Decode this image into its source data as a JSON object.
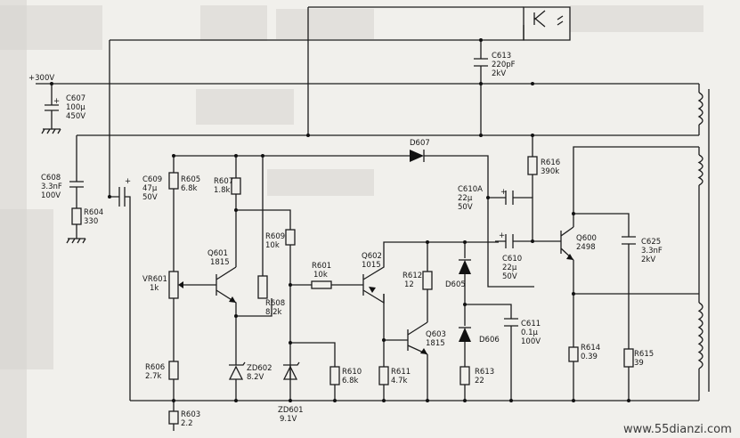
{
  "supply": {
    "label": "+300V"
  },
  "components": {
    "C607": {
      "ref": "C607",
      "v1": "100μ",
      "v2": "450V"
    },
    "C608": {
      "ref": "C608",
      "v1": "3.3nF",
      "v2": "100V"
    },
    "R604": {
      "ref": "R604",
      "v1": "330"
    },
    "C609": {
      "ref": "C609",
      "v1": "47μ",
      "v2": "50V"
    },
    "R605": {
      "ref": "R605",
      "v1": "6.8k"
    },
    "VR601": {
      "ref": "VR601",
      "v1": "1k"
    },
    "R606": {
      "ref": "R606",
      "v1": "2.7k"
    },
    "R603": {
      "ref": "R603",
      "v1": "2.2"
    },
    "R607": {
      "ref": "R607",
      "v1": "1.8k"
    },
    "Q601": {
      "ref": "Q601",
      "v1": "1815"
    },
    "R608": {
      "ref": "R608",
      "v1": "8.2k"
    },
    "ZD602": {
      "ref": "ZD602",
      "v1": "8.2V"
    },
    "R609": {
      "ref": "R609",
      "v1": "10k"
    },
    "R601": {
      "ref": "R601",
      "v1": "10k"
    },
    "ZD601": {
      "ref": "ZD601",
      "v1": "9.1V"
    },
    "R610": {
      "ref": "R610",
      "v1": "6.8k"
    },
    "Q602": {
      "ref": "Q602",
      "v1": "1015"
    },
    "R612": {
      "ref": "R612",
      "v1": "12"
    },
    "Q603": {
      "ref": "Q603",
      "v1": "1815"
    },
    "R611": {
      "ref": "R611",
      "v1": "4.7k"
    },
    "D607": {
      "ref": "D607"
    },
    "D605": {
      "ref": "D605"
    },
    "D606": {
      "ref": "D606"
    },
    "C611": {
      "ref": "C611",
      "v1": "0.1μ",
      "v2": "100V"
    },
    "R613": {
      "ref": "R613",
      "v1": "22"
    },
    "C613": {
      "ref": "C613",
      "v1": "220pF",
      "v2": "2kV"
    },
    "R616": {
      "ref": "R616",
      "v1": "390k"
    },
    "C610A": {
      "ref": "C610A",
      "v1": "22μ",
      "v2": "50V"
    },
    "C610": {
      "ref": "C610",
      "v1": "22μ",
      "v2": "50V"
    },
    "Q600": {
      "ref": "Q600",
      "v1": "2498"
    },
    "R614": {
      "ref": "R614",
      "v1": "0.39"
    },
    "C625": {
      "ref": "C625",
      "v1": "3.3nF",
      "v2": "2kV"
    },
    "R615": {
      "ref": "R615",
      "v1": "39"
    }
  },
  "watermark": "www.55dianzi.com"
}
